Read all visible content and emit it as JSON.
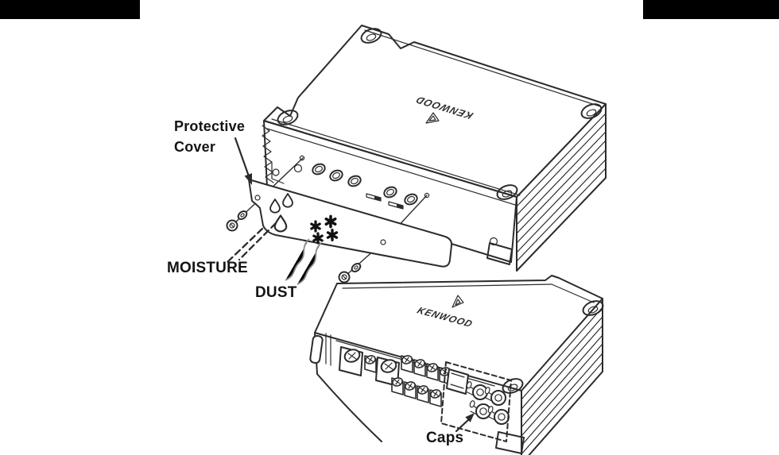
{
  "page": {
    "background_color": "#ffffff",
    "decor_bars": {
      "top_left": {
        "color": "#000000"
      },
      "top_right": {
        "color": "#000000"
      }
    }
  },
  "figure": {
    "type": "instruction-diagram",
    "subject": "amplifier protective cover and terminal caps",
    "labels": {
      "protective_cover": {
        "line1": "Protective",
        "line2": "Cover"
      },
      "moisture": "MOISTURE",
      "dust": "DUST",
      "caps": "Caps"
    },
    "branding": {
      "top_unit_logo": "KENWOOD",
      "bottom_unit_logo": "KENWOOD"
    },
    "colors": {
      "line": "#2b2b2b",
      "label_text": "#141414",
      "smoke_line": "#8a8a8a",
      "dust_particle": "#111111"
    }
  }
}
